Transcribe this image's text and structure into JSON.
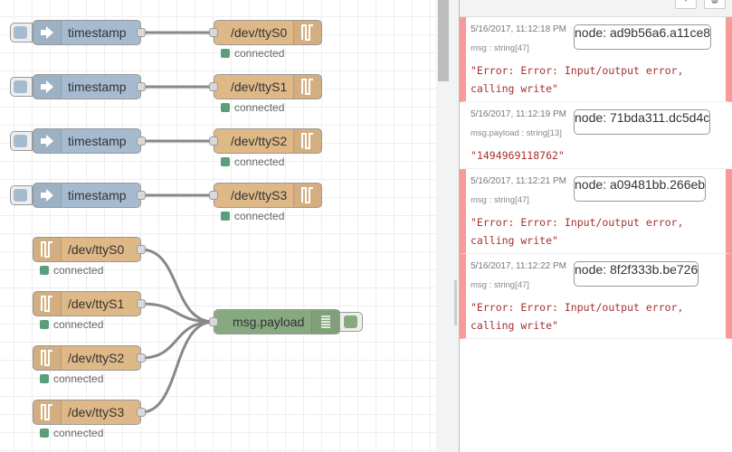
{
  "colors": {
    "inject": "#a6bbcf",
    "serial": "#deb887",
    "debug": "#87a980",
    "status_connected": "#5a9e7b",
    "error_bar": "#f79a98",
    "wire": "#888888"
  },
  "inject_nodes": [
    {
      "label": "timestamp",
      "icon": "arrow-right-icon"
    },
    {
      "label": "timestamp",
      "icon": "arrow-right-icon"
    },
    {
      "label": "timestamp",
      "icon": "arrow-right-icon"
    },
    {
      "label": "timestamp",
      "icon": "arrow-right-icon"
    }
  ],
  "serial_out_nodes": [
    {
      "label": "/dev/ttyS0",
      "status": "connected",
      "icon": "serial-port-icon"
    },
    {
      "label": "/dev/ttyS1",
      "status": "connected",
      "icon": "serial-port-icon"
    },
    {
      "label": "/dev/ttyS2",
      "status": "connected",
      "icon": "serial-port-icon"
    },
    {
      "label": "/dev/ttyS3",
      "status": "connected",
      "icon": "serial-port-icon"
    }
  ],
  "serial_in_nodes": [
    {
      "label": "/dev/ttyS0",
      "status": "connected",
      "icon": "serial-port-icon"
    },
    {
      "label": "/dev/ttyS1",
      "status": "connected",
      "icon": "serial-port-icon"
    },
    {
      "label": "/dev/ttyS2",
      "status": "connected",
      "icon": "serial-port-icon"
    },
    {
      "label": "/dev/ttyS3",
      "status": "connected",
      "icon": "serial-port-icon"
    }
  ],
  "debug_node": {
    "label": "msg.payload",
    "icon": "list-icon"
  },
  "sidebar": {
    "toolbar": {
      "filter_label": "▾",
      "clear_label": "🗑"
    },
    "messages": [
      {
        "timestamp": "5/16/2017, 11:12:18 PM",
        "node": "node: ad9b56a6.a11ce8",
        "topic": "msg : string[47]",
        "body": "\"Error: Error: Input/output error,\ncalling write\"",
        "level": "error"
      },
      {
        "timestamp": "5/16/2017, 11:12:19 PM",
        "node": "node: 71bda311.dc5d4c",
        "topic": "msg.payload : string[13]",
        "body": "\"1494969118762\"",
        "level": "normal"
      },
      {
        "timestamp": "5/16/2017, 11:12:21 PM",
        "node": "node: a09481bb.266eb",
        "topic": "msg : string[47]",
        "body": "\"Error: Error: Input/output error,\ncalling write\"",
        "level": "error"
      },
      {
        "timestamp": "5/16/2017, 11:12:22 PM",
        "node": "node: 8f2f333b.be726",
        "topic": "msg : string[47]",
        "body": "\"Error: Error: Input/output error,\ncalling write\"",
        "level": "error"
      }
    ]
  }
}
